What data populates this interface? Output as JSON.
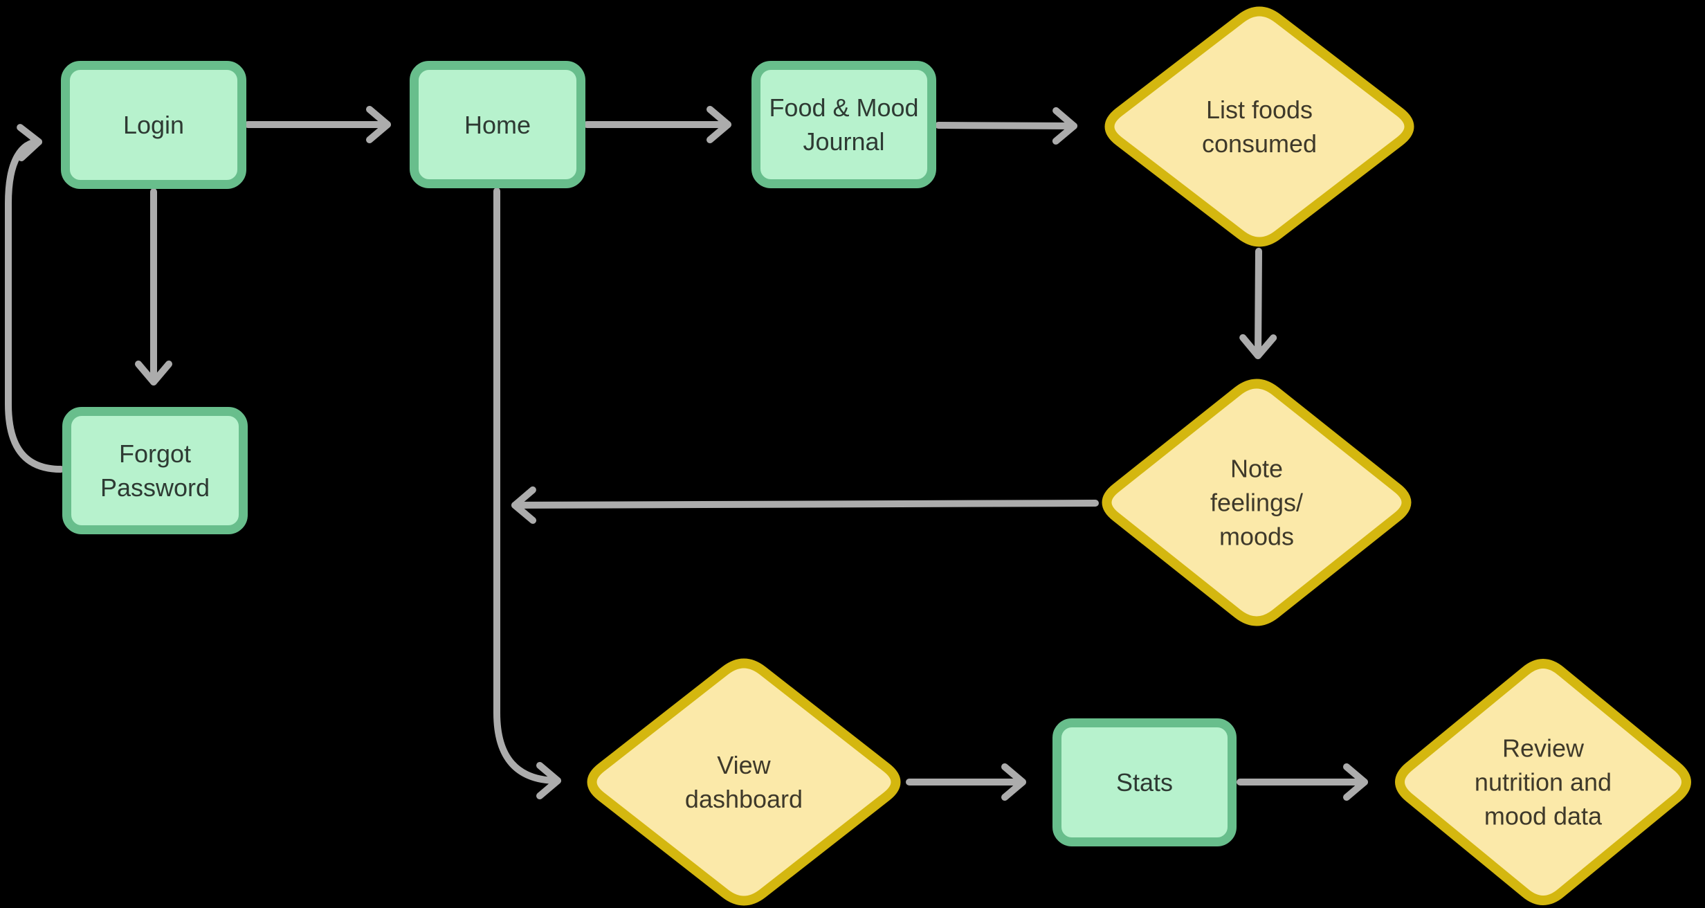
{
  "diagram": {
    "type": "flowchart",
    "palette": {
      "canvas_bg": "#000000",
      "process_fill": "#b7f2cd",
      "process_stroke": "#68be8c",
      "process_text": "#2e3a33",
      "decision_fill": "#fbe9a9",
      "decision_stroke": "#d4b70f",
      "decision_text": "#3e392a",
      "connector": "#acacac"
    },
    "nodes": {
      "login": {
        "label": "Login",
        "type": "process"
      },
      "home": {
        "label": "Home",
        "type": "process"
      },
      "journal": {
        "label": "Food & Mood\nJournal",
        "type": "process"
      },
      "forgot_password": {
        "label": "Forgot\nPassword",
        "type": "process"
      },
      "stats": {
        "label": "Stats",
        "type": "process"
      },
      "list_foods": {
        "label": "List foods\nconsumed",
        "type": "decision"
      },
      "note_feelings": {
        "label": "Note\nfeelings/\nmoods",
        "type": "decision"
      },
      "view_dashboard": {
        "label": "View\ndashboard",
        "type": "decision"
      },
      "review_data": {
        "label": "Review\nnutrition and\nmood data",
        "type": "decision"
      }
    },
    "edges": [
      {
        "from": "login",
        "to": "home"
      },
      {
        "from": "home",
        "to": "journal"
      },
      {
        "from": "journal",
        "to": "list_foods"
      },
      {
        "from": "list_foods",
        "to": "note_feelings"
      },
      {
        "from": "note_feelings",
        "to": "home"
      },
      {
        "from": "login",
        "to": "forgot_password"
      },
      {
        "from": "forgot_password",
        "to": "login"
      },
      {
        "from": "home",
        "to": "view_dashboard"
      },
      {
        "from": "view_dashboard",
        "to": "stats"
      },
      {
        "from": "stats",
        "to": "review_data"
      }
    ]
  }
}
